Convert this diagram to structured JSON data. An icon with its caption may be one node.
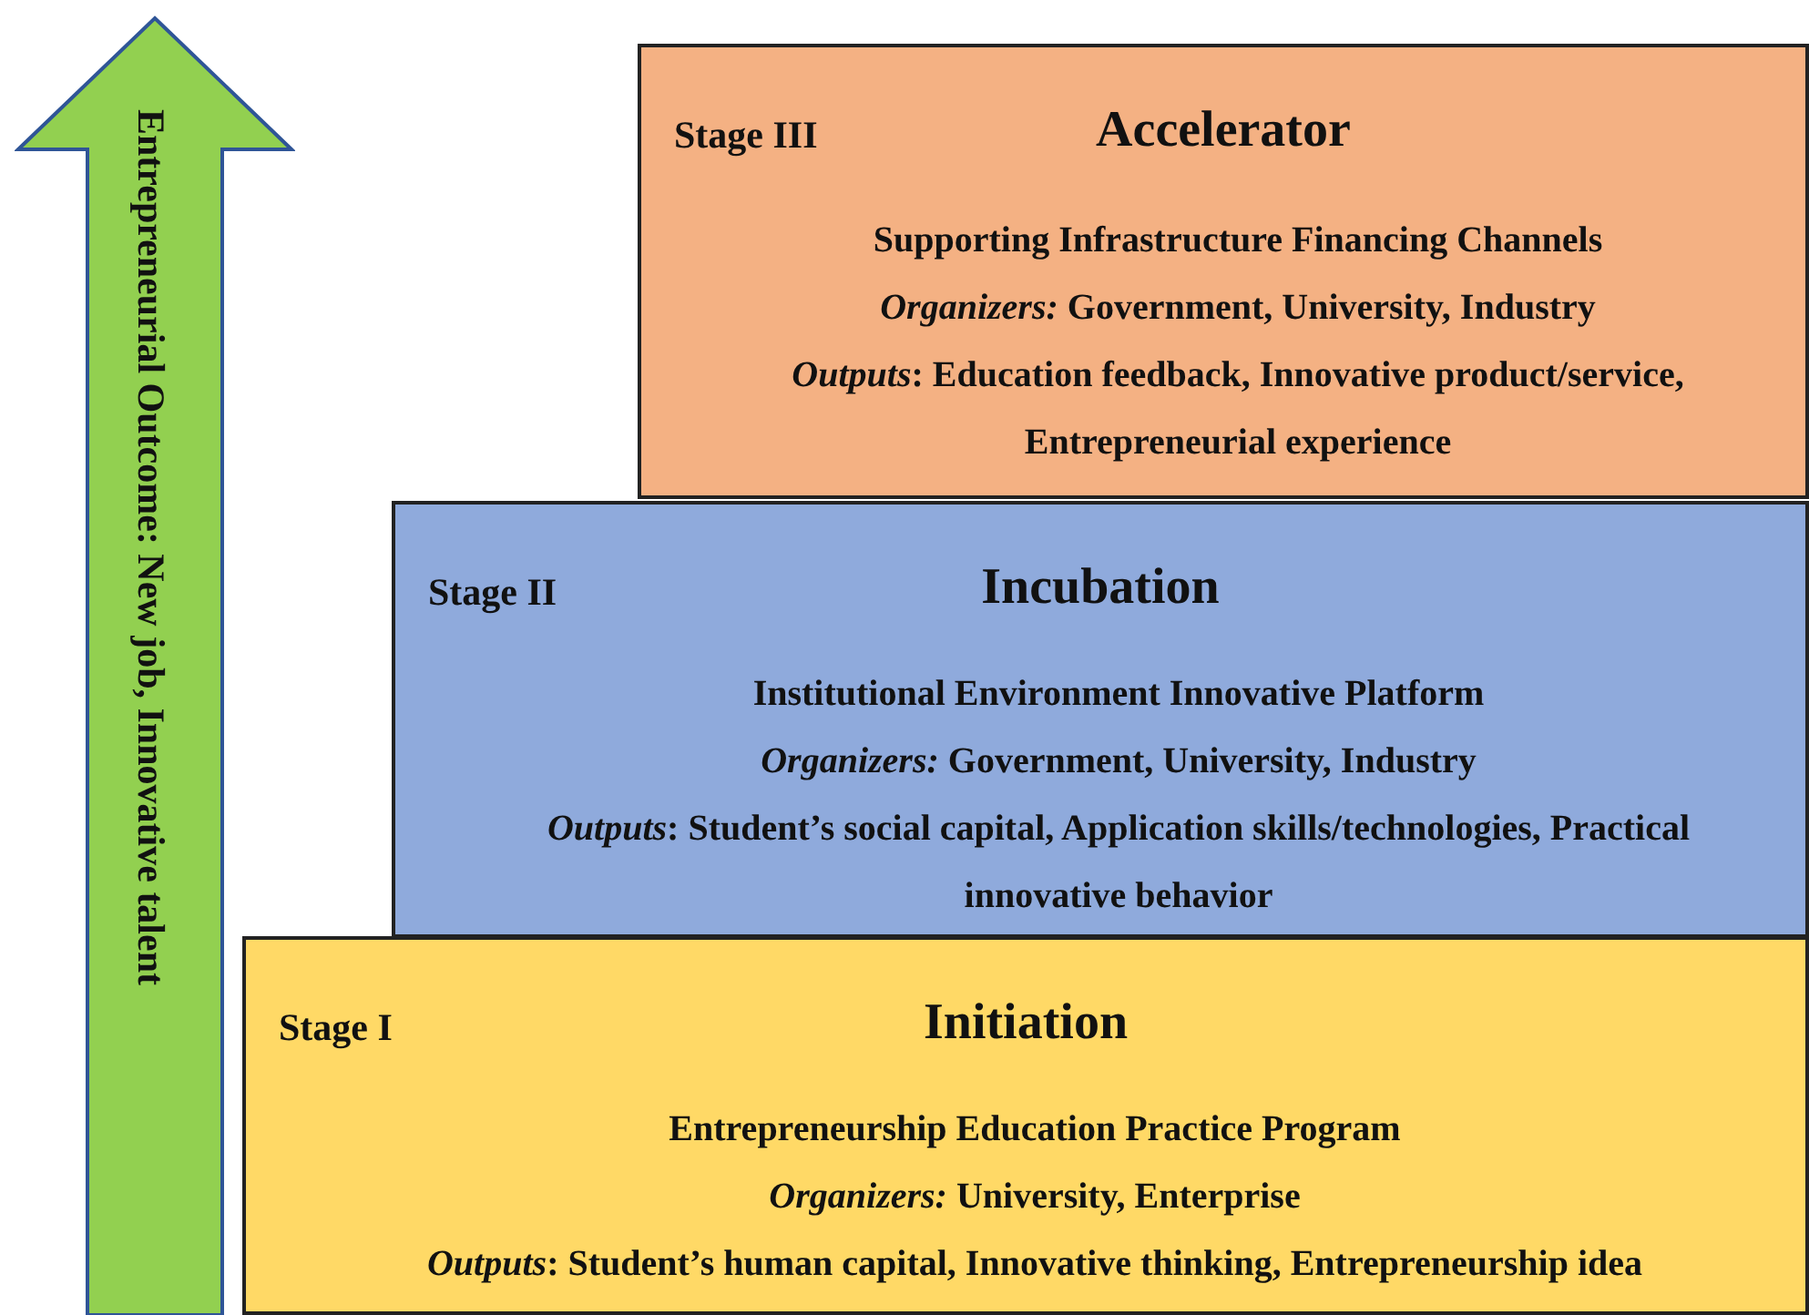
{
  "diagram": {
    "nodes": [
      {
        "text": [
          "Entrepreneurial Outcome: New job, Innovative talent"
        ]
      },
      {
        "text": [
          "Stage III",
          "Accelerator",
          "Supporting Infrastructure Financing Channels",
          "*Organizers:* Government, University, Industry",
          "*Outputs*: Education feedback, Innovative product/service, Entrepreneurial experience"
        ]
      },
      {
        "text": [
          "Stage II",
          "Incubation",
          "Institutional Environment Innovative Platform",
          "*Organizers:* Government, University, Industry",
          "*Outputs*: Student’s social capital, Application skills/technologies, Practical innovative behavior"
        ]
      },
      {
        "text": [
          "Stage I",
          "Initiation",
          "Entrepreneurship Education Practice Program",
          "*Organizers:* University, Enterprise",
          "*Outputs*: Student’s human capital, Innovative thinking, Entrepreneurship idea"
        ]
      }
    ],
    "edges": []
  }
}
